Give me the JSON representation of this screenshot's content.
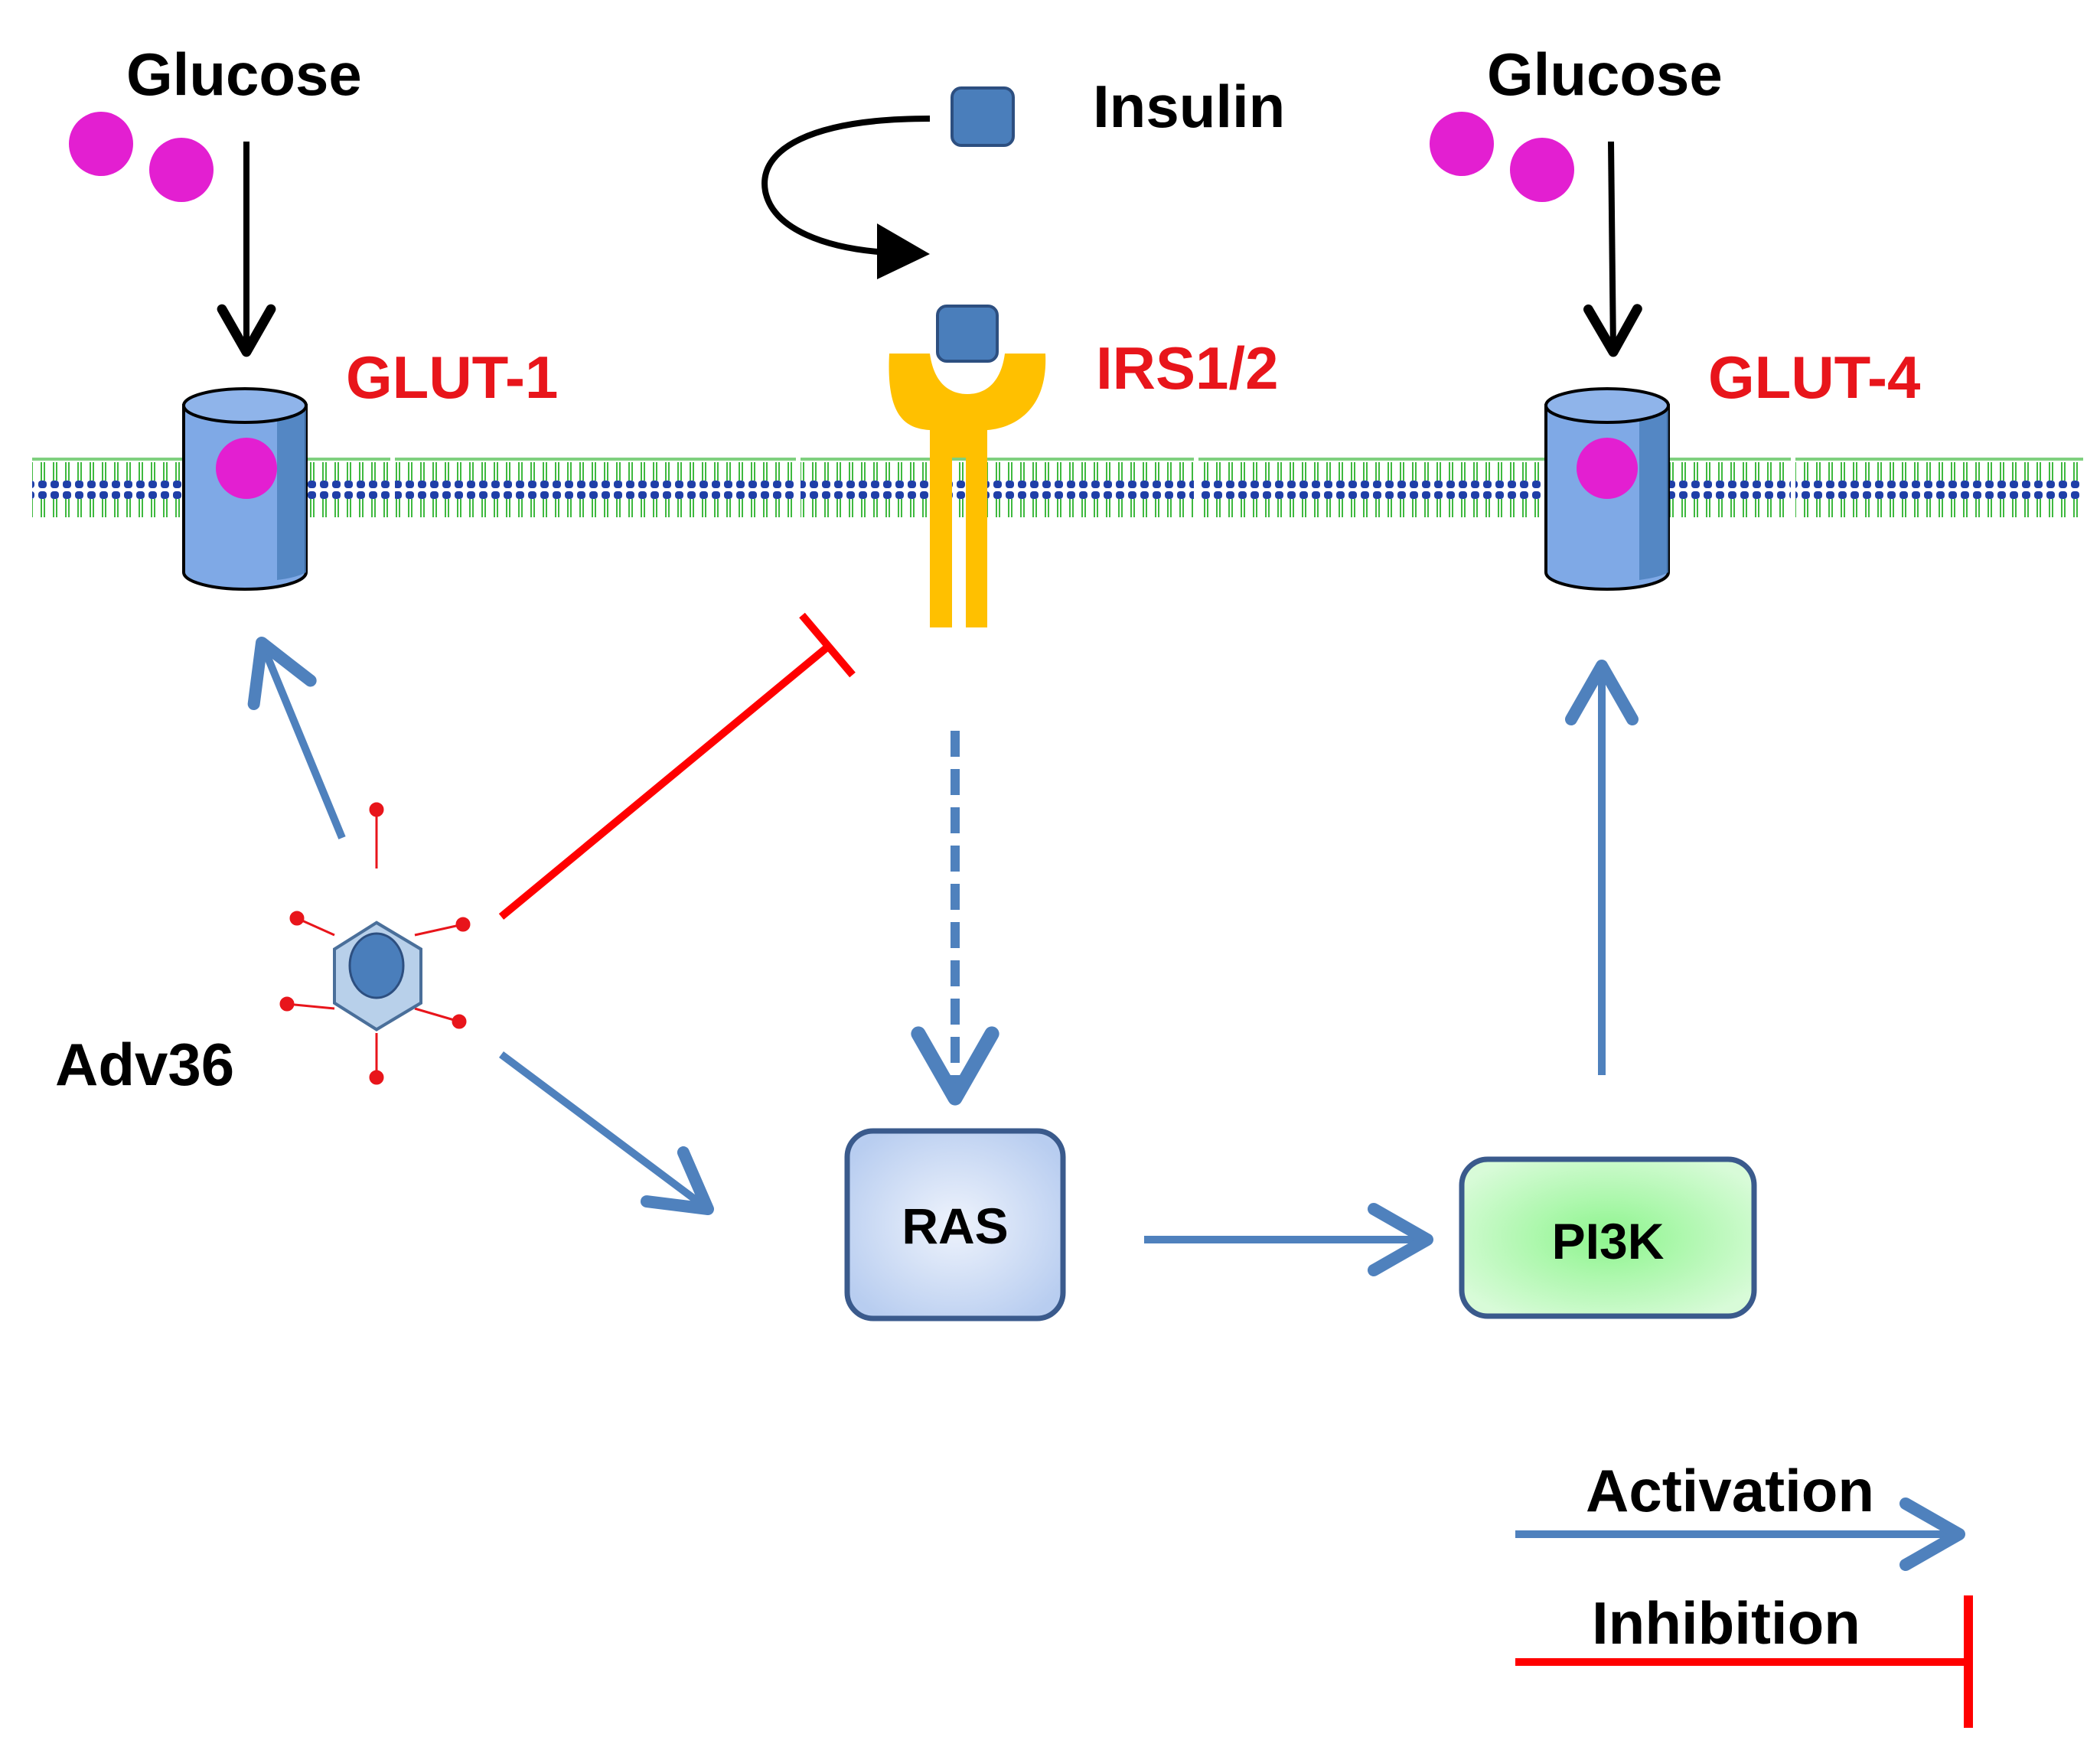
{
  "labels": {
    "glucose_left": "Glucose",
    "glucose_right": "Glucose",
    "insulin": "Insulin",
    "glut1": "GLUT-1",
    "irs": "IRS1/2",
    "glut4": "GLUT-4",
    "adv36": "Adv36",
    "ras": "RAS",
    "pi3k": "PI3K",
    "legend_activation": "Activation",
    "legend_inhibition": "Inhibition"
  },
  "colors": {
    "glucose": "#e31fd1",
    "activation": "#4f81bd",
    "inhibition": "#ff0000",
    "receptor": "#ffc000",
    "insulin": "#4a7ebb",
    "membrane_green": "#3fb93f",
    "membrane_blue": "#1f3fa8",
    "transporter": "#7fa9e6",
    "red_label": "#e8151b",
    "ras_fill": "#d3e0f7",
    "pi3k_fill": "#b9f5b9",
    "box_stroke": "#3a5a8c"
  }
}
